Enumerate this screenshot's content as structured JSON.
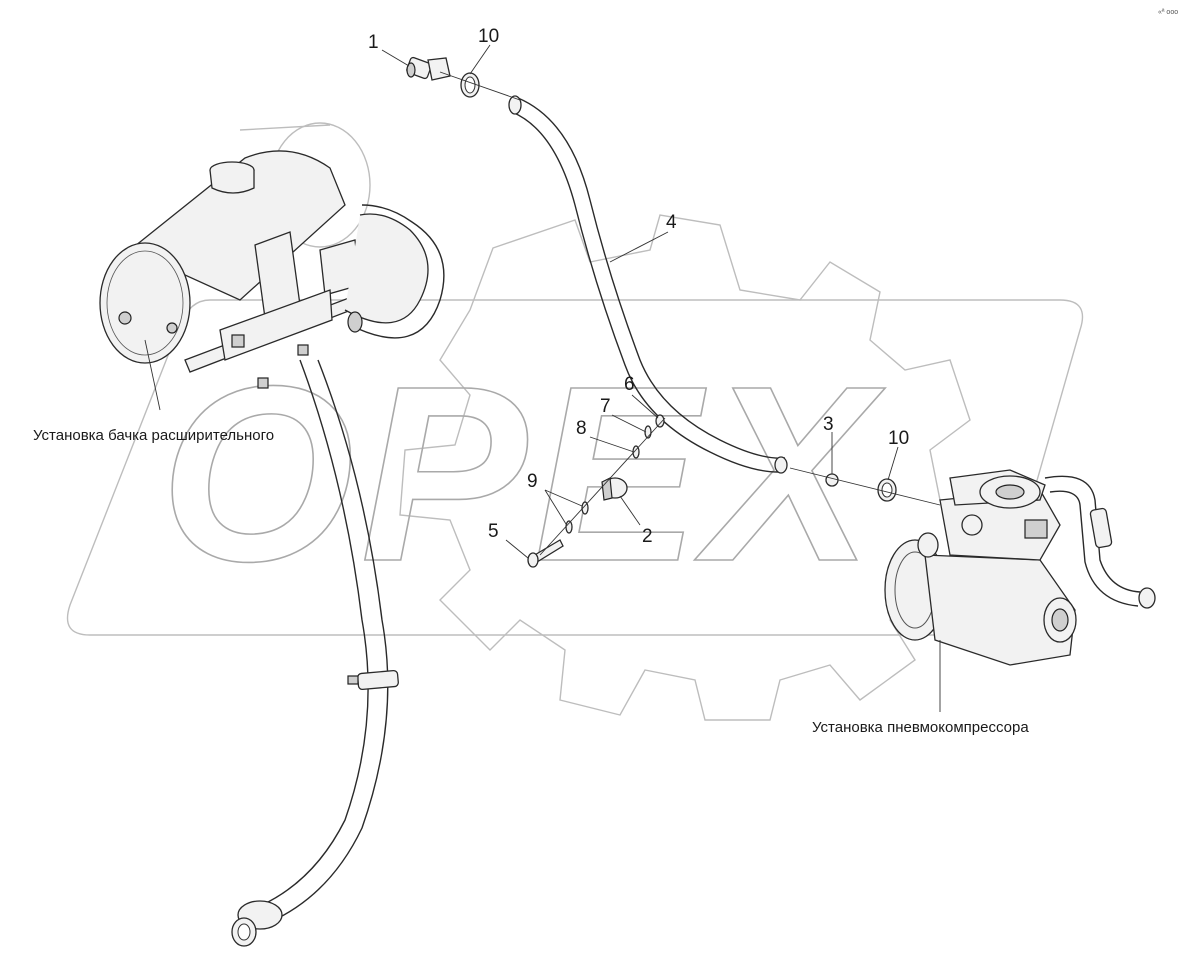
{
  "watermark": {
    "text": "OPEX",
    "color": "#9a9a9a"
  },
  "corner_mark": "«ª ooo",
  "callouts": [
    {
      "id": "c1",
      "label": "1"
    },
    {
      "id": "c10a",
      "label": "10"
    },
    {
      "id": "c4",
      "label": "4"
    },
    {
      "id": "c6",
      "label": "6"
    },
    {
      "id": "c7",
      "label": "7"
    },
    {
      "id": "c8",
      "label": "8"
    },
    {
      "id": "c3",
      "label": "3"
    },
    {
      "id": "c10b",
      "label": "10"
    },
    {
      "id": "c9",
      "label": "9"
    },
    {
      "id": "c2",
      "label": "2"
    },
    {
      "id": "c5",
      "label": "5"
    }
  ],
  "captions": {
    "tank": "Установка бачка расширительного",
    "compressor": "Установка пневмокомпрессора"
  }
}
